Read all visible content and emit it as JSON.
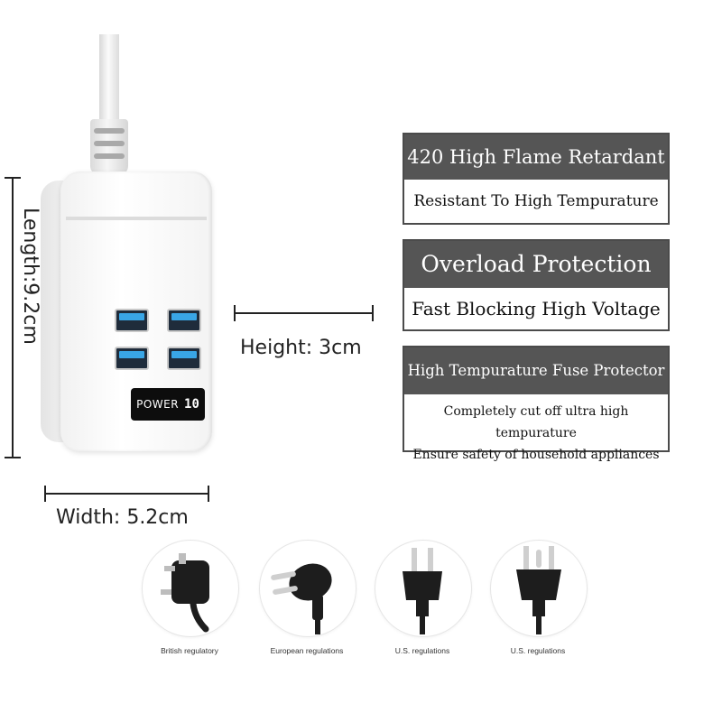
{
  "device": {
    "display_label": "POWER",
    "display_digits": "10"
  },
  "dimensions": {
    "length": "Length:9.2cm",
    "height": "Height: 3cm",
    "width": "Width: 5.2cm"
  },
  "features": [
    {
      "title": "420 High Flame Retardant",
      "lines": [
        "Resistant To High Tempurature"
      ]
    },
    {
      "title": "Overload Protection",
      "lines": [
        "Fast Blocking High Voltage"
      ]
    },
    {
      "title": "High Tempurature Fuse Protector",
      "lines": [
        "Completely cut off ultra high tempurature",
        "Ensure safety of household appliances"
      ]
    }
  ],
  "plugs": [
    {
      "label": "British regulatory",
      "icon": "uk-plug-icon"
    },
    {
      "label": "European regulations",
      "icon": "eu-plug-icon"
    },
    {
      "label": "U.S. regulations",
      "icon": "us-2pin-plug-icon"
    },
    {
      "label": "U.S. regulations",
      "icon": "us-3pin-plug-icon"
    }
  ],
  "colors": {
    "header_bg": "#555555",
    "usb_blue": "#39a6e6"
  }
}
